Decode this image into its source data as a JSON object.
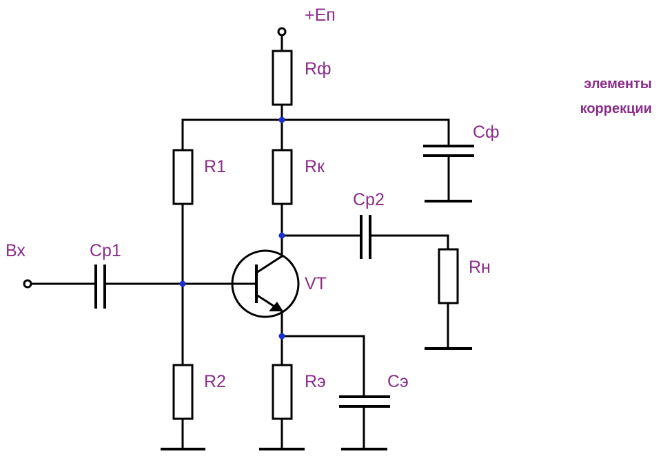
{
  "supply": "+Eп",
  "input": "Вх",
  "correction_note": [
    "элементы",
    "коррекции"
  ],
  "components": {
    "rf": "Rф",
    "cf": "Cф",
    "r1": "R1",
    "rk": "Rк",
    "cp1": "Cp1",
    "cp2": "Cp2",
    "vt": "VT",
    "rn": "Rн",
    "r2": "R2",
    "re": "Rэ",
    "ce": "Cэ"
  },
  "colors": {
    "label": "#8a2c8a",
    "node": "#1a2fd0",
    "wire": "#000000"
  }
}
